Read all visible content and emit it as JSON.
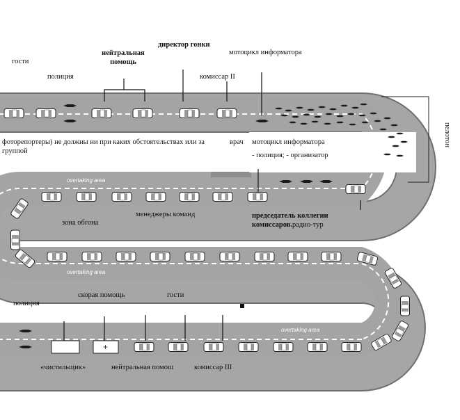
{
  "labels": {
    "guests_top": "гости",
    "director": "директор гонки",
    "neutral_top": "нейтральная помощь",
    "moto_info_top": "мотоцикл информатора",
    "police_top": "полиция",
    "commissaire2": "комиссар II",
    "photo_note": "фотор­епортеры) не должны  ни при каких обстоятельствах или за группой",
    "doctor": "врач",
    "moto_info_mid": "мотоцикл информатора",
    "police_org": "- полиция; - организатор",
    "peloton": "пелотон",
    "team_managers": "менеджеры команд",
    "overtaking_zone": "зона  обгона",
    "jury_chair": "председатель коллегии комиссаров.",
    "radio_tour": "радио-тур",
    "police_bottom": "полиция",
    "ambulance": "скорая помощь",
    "guests_bottom": "гости",
    "sweeper": "«чистильщик»",
    "neutral_bottom": "нейтральная помош",
    "commissaire3": "комиссар III"
  },
  "road_markings": {
    "overtaking_1": "overtaking area",
    "overtaking_2": "overtaking area",
    "overtaking_3": "overtaking area"
  },
  "icons": [
    "car-icon",
    "motorcycle-icon",
    "truck-icon",
    "ambulance-icon"
  ]
}
